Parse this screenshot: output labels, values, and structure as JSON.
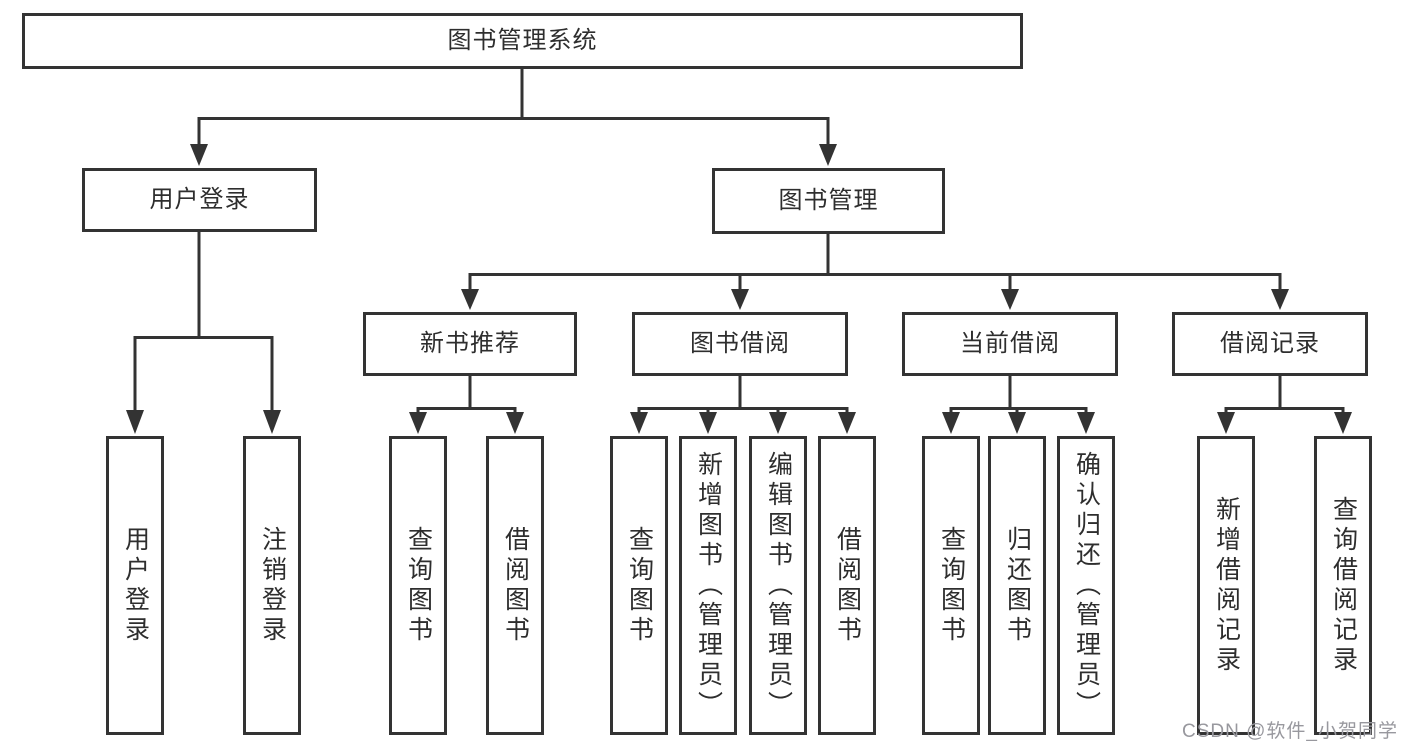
{
  "nodes": {
    "root": {
      "label": "图书管理系统"
    },
    "level2": [
      {
        "label": "用户登录"
      },
      {
        "label": "图书管理"
      }
    ],
    "level3": [
      {
        "label": "新书推荐",
        "parent": "图书管理"
      },
      {
        "label": "图书借阅",
        "parent": "图书管理"
      },
      {
        "label": "当前借阅",
        "parent": "图书管理"
      },
      {
        "label": "借阅记录",
        "parent": "图书管理"
      }
    ],
    "leaves": [
      {
        "label": "用户登录",
        "parent": "用户登录"
      },
      {
        "label": "注销登录",
        "parent": "用户登录"
      },
      {
        "label": "查询图书",
        "parent": "新书推荐"
      },
      {
        "label": "借阅图书",
        "parent": "新书推荐"
      },
      {
        "label": "查询图书",
        "parent": "图书借阅"
      },
      {
        "label": "新增图书（管理员）",
        "parent": "图书借阅"
      },
      {
        "label": "编辑图书（管理员）",
        "parent": "图书借阅"
      },
      {
        "label": "借阅图书",
        "parent": "图书借阅"
      },
      {
        "label": "查询图书",
        "parent": "当前借阅"
      },
      {
        "label": "归还图书",
        "parent": "当前借阅"
      },
      {
        "label": "确认归还（管理员）",
        "parent": "当前借阅"
      },
      {
        "label": "新增借阅记录",
        "parent": "借阅记录"
      },
      {
        "label": "查询借阅记录",
        "parent": "借阅记录"
      }
    ]
  },
  "watermark": {
    "text": "CSDN @软件_小贺同学"
  },
  "colors": {
    "line": "#333333",
    "box_background": "#ffffff",
    "text": "#2e2e2e",
    "watermark": "#98989e",
    "page_background": "#ffffff"
  }
}
